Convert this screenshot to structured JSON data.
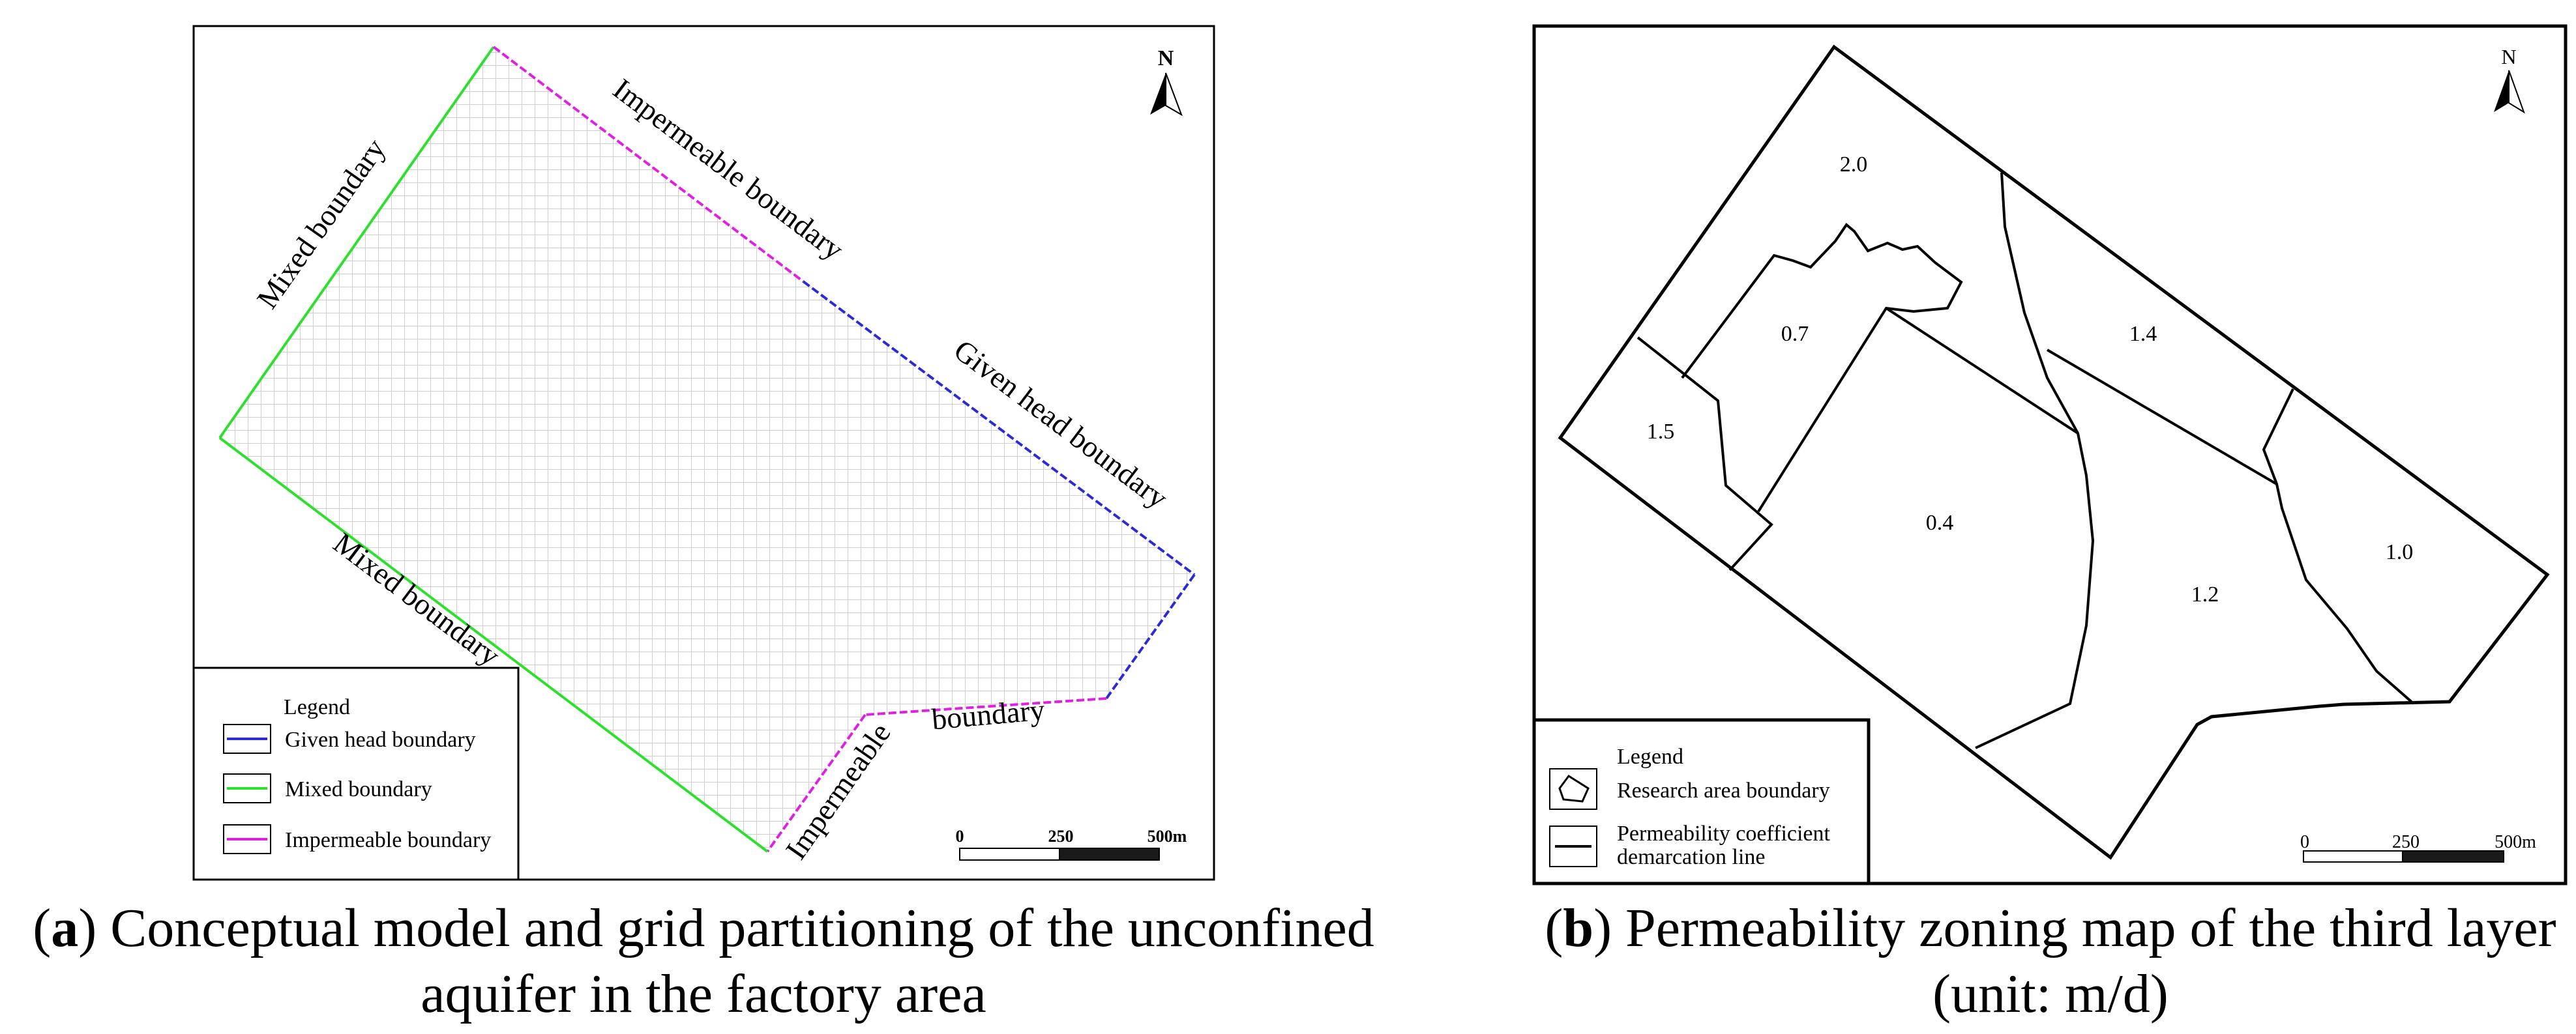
{
  "panel_a": {
    "caption_letter": "a",
    "caption_line1": ") Conceptual model and grid partitioning of the unconfined",
    "caption_line2": "aquifer in the factory area",
    "north_label": "N",
    "boundary_labels": {
      "mixed_top": "Mixed boundary",
      "impermeable_top": "Impermeable boundary",
      "given_head": "Given head boundary",
      "mixed_bottom": "Mixed boundary",
      "impermeable_bottom_a": "Impermeable",
      "impermeable_bottom_b": "boundary"
    },
    "legend": {
      "title": "Legend",
      "items": [
        {
          "label": "Given head boundary",
          "color": "#2b2bd6"
        },
        {
          "label": "Mixed boundary",
          "color": "#2ee02e"
        },
        {
          "label": "Impermeable boundary",
          "color": "#e020e0"
        }
      ]
    },
    "scale": {
      "tick0": "0",
      "tick1": "250",
      "tick2": "500m"
    }
  },
  "panel_b": {
    "caption_letter": "b",
    "caption_line1": ") Permeability zoning map of the third layer",
    "caption_line2": "(unit: m/d)",
    "north_label": "N",
    "zones": [
      {
        "id": "zone-2-0",
        "value": "2.0"
      },
      {
        "id": "zone-0-7",
        "value": "0.7"
      },
      {
        "id": "zone-1-4",
        "value": "1.4"
      },
      {
        "id": "zone-1-5",
        "value": "1.5"
      },
      {
        "id": "zone-0-4",
        "value": "0.4"
      },
      {
        "id": "zone-1-0",
        "value": "1.0"
      },
      {
        "id": "zone-1-2",
        "value": "1.2"
      }
    ],
    "legend": {
      "title": "Legend",
      "item1": "Research area boundary",
      "item2_line1": "Permeability coefficient",
      "item2_line2": "demarcation line"
    },
    "scale": {
      "tick0": "0",
      "tick1": "250",
      "tick2": "500m"
    }
  }
}
